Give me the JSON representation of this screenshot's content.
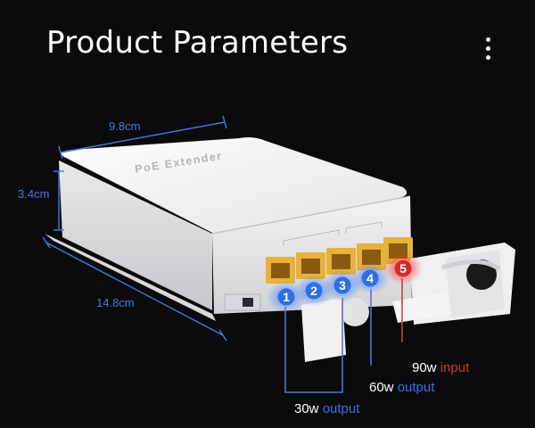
{
  "header": {
    "title": "Product Parameters",
    "menu_icon": "more-vert-icon"
  },
  "product": {
    "label": "PoE Extender",
    "dimensions": {
      "width": "9.8cm",
      "height": "3.4cm",
      "length": "14.8cm"
    },
    "ports": [
      {
        "number": "1",
        "role": "output",
        "color": "#2f6fe4"
      },
      {
        "number": "2",
        "role": "output",
        "color": "#2f6fe4"
      },
      {
        "number": "3",
        "role": "output",
        "color": "#2f6fe4"
      },
      {
        "number": "4",
        "role": "output",
        "color": "#2f6fe4"
      },
      {
        "number": "5",
        "role": "input",
        "color": "#d62b2b"
      }
    ],
    "power": {
      "input": {
        "watts": "90w",
        "word": "input"
      },
      "output_60": {
        "watts": "60w",
        "word": "output"
      },
      "output_30": {
        "watts": "30w",
        "word": "output"
      }
    }
  },
  "colors": {
    "background": "#0b0b0d",
    "dimension_text": "#4b78d6",
    "output_text": "#3b6fe0",
    "input_text": "#d23131"
  }
}
